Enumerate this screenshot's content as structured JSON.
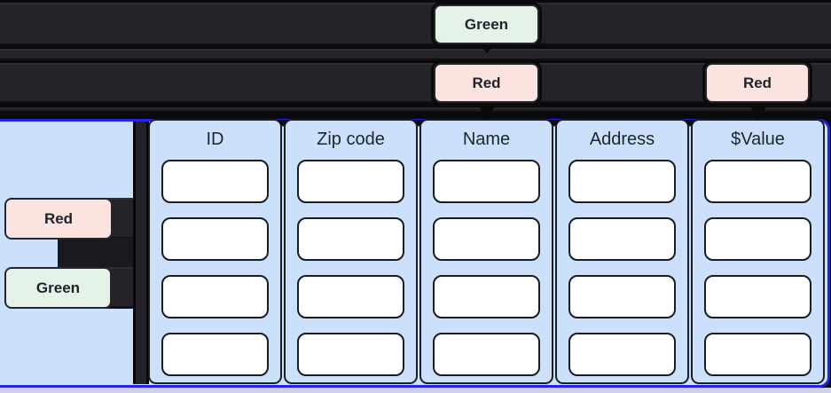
{
  "palette": {
    "background": "#0a0a0c",
    "lane": "#232329",
    "panel_fill": "#cce0fb",
    "panel_border": "#2424e8",
    "card_border": "#1a1f26",
    "field_fill": "#ffffff",
    "badge_red_fill": "#fbe3df",
    "badge_green_fill": "#e4f2e8",
    "badge_border": "#26262b",
    "text": "#1e232b",
    "footer_strip": "#d2cfee"
  },
  "annotations": {
    "top": [
      {
        "label": "Green",
        "type": "green"
      },
      {
        "label": "Red",
        "type": "red"
      },
      {
        "label": "Red",
        "type": "red"
      }
    ],
    "left": [
      {
        "label": "Red",
        "type": "red"
      },
      {
        "label": "Green",
        "type": "green"
      }
    ]
  },
  "table": {
    "columns": [
      {
        "header": "ID",
        "fields": [
          "",
          "",
          "",
          ""
        ]
      },
      {
        "header": "Zip code",
        "fields": [
          "",
          "",
          "",
          ""
        ]
      },
      {
        "header": "Name",
        "fields": [
          "",
          "",
          "",
          ""
        ]
      },
      {
        "header": "Address",
        "fields": [
          "",
          "",
          "",
          ""
        ]
      },
      {
        "header": "$Value",
        "fields": [
          "",
          "",
          "",
          ""
        ]
      }
    ]
  }
}
